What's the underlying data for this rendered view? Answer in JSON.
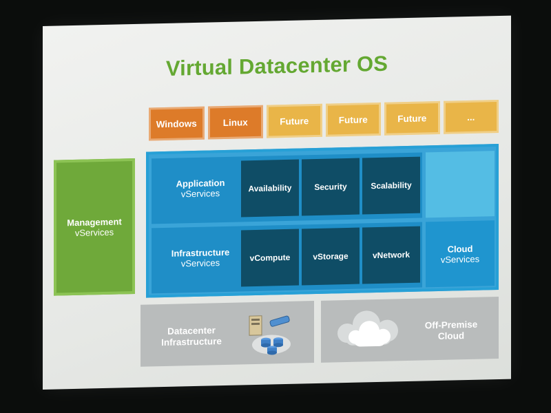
{
  "title": "Virtual Datacenter OS",
  "os_row": [
    {
      "label": "Windows",
      "color": "#dd7b29"
    },
    {
      "label": "Linux",
      "color": "#dd7b29"
    },
    {
      "label": "Future",
      "color": "#e9b548"
    },
    {
      "label": "Future",
      "color": "#e9b548"
    },
    {
      "label": "Future",
      "color": "#e9b548"
    },
    {
      "label": "...",
      "color": "#e9b548"
    }
  ],
  "management": {
    "line1": "Management",
    "line2": "vServices"
  },
  "application": {
    "line1": "Application",
    "line2": "vServices",
    "tiles": [
      "Availability",
      "Security",
      "Scalability"
    ]
  },
  "infrastructure": {
    "line1": "Infrastructure",
    "line2": "vServices",
    "tiles": [
      "vCompute",
      "vStorage",
      "vNetwork"
    ]
  },
  "cloud": {
    "line1": "Cloud",
    "line2": "vServices"
  },
  "datacenter": {
    "line1": "Datacenter",
    "line2": "Infrastructure",
    "icon": "server-storage-network-icon"
  },
  "offpremise": {
    "line1": "Off-Premise",
    "line2": "Cloud",
    "icon": "cloud-icon"
  },
  "colors": {
    "title": "#64a832",
    "blue": "#27a0d6",
    "tile": "#0f4d66",
    "green": "#6fa93a",
    "grey": "#b9bcbc"
  }
}
